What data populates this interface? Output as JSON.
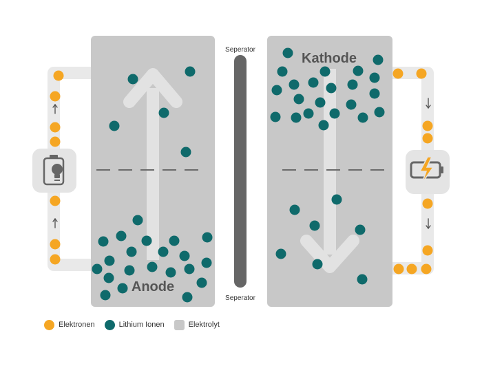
{
  "diagram": {
    "anode_label": "Anode",
    "cathode_label": "Kathode",
    "separator_top_label": "Seperator",
    "separator_bottom_label": "Seperator",
    "icons": {
      "left_device": "lightbulb-icon",
      "right_device": "battery-charging-icon"
    }
  },
  "legend": {
    "electrons": "Elektronen",
    "ions": "Lithium Ionen",
    "electrolyte": "Elektrolyt"
  },
  "colors": {
    "electron": "#f5a623",
    "ion": "#0f6a6b",
    "electrolyte": "#c8c8c8",
    "wire": "#e9e9e9",
    "separator": "#666666",
    "arrow": "#e2e2e2",
    "text": "#555555"
  }
}
